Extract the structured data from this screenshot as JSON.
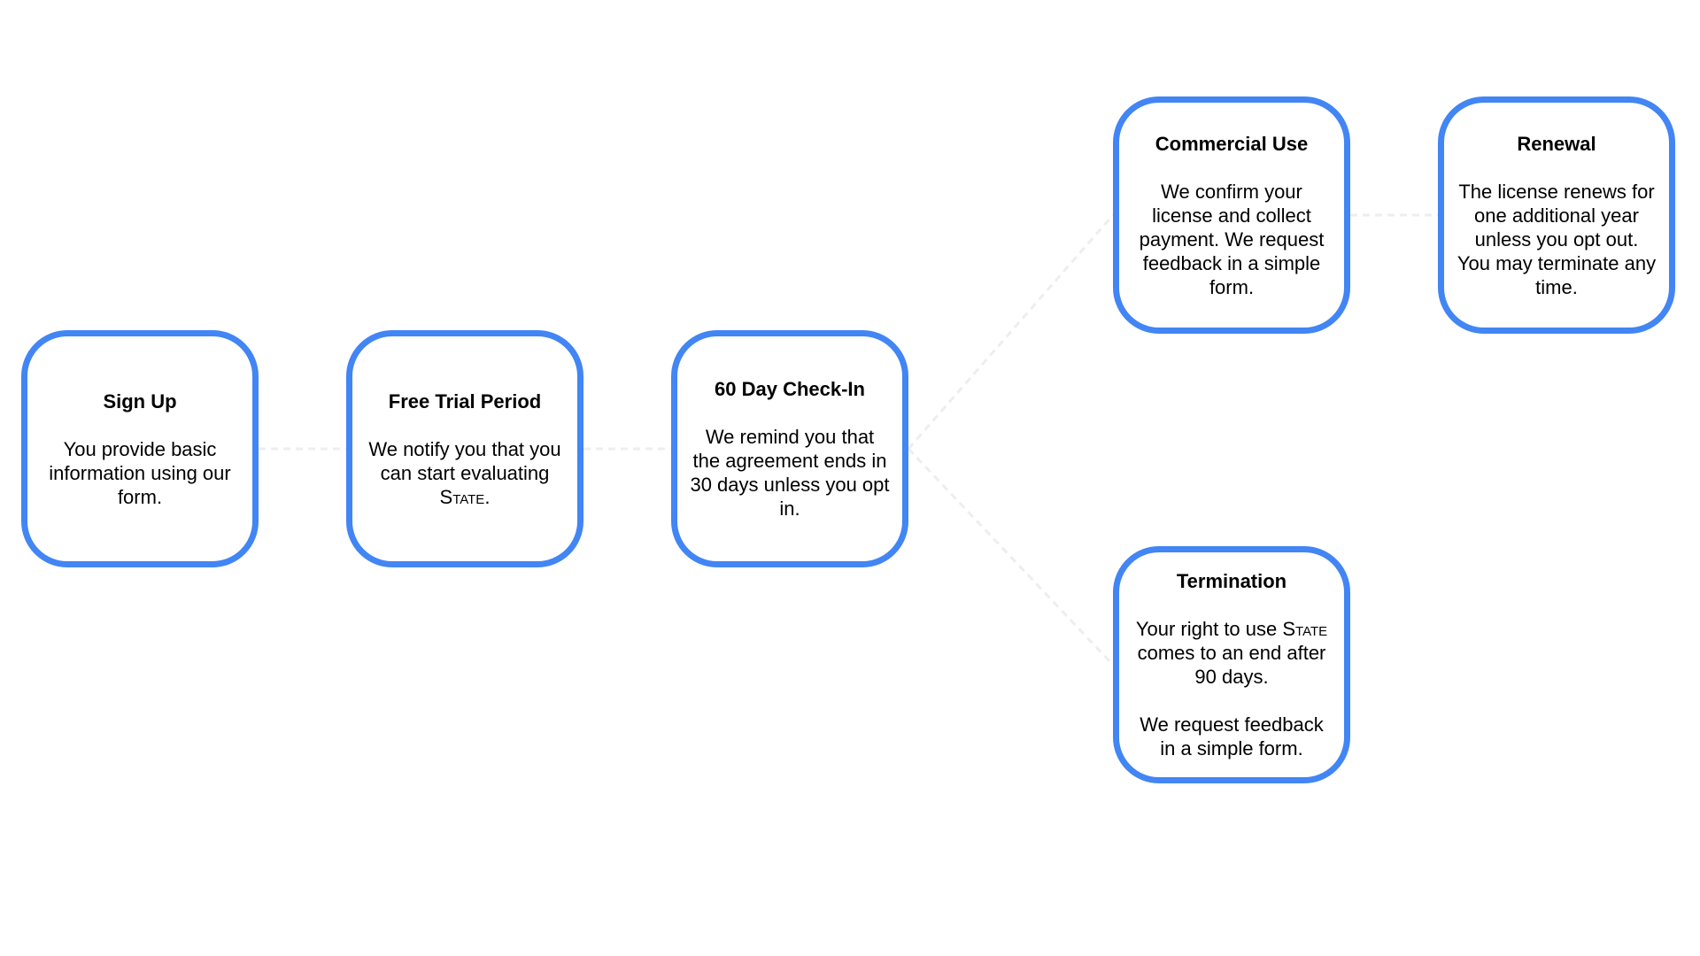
{
  "theme": {
    "node_border_color": "#4285f4",
    "connector_color": "#eeeeee",
    "background": "#ffffff"
  },
  "nodes": {
    "sign_up": {
      "title": "Sign Up",
      "body": [
        "You provide basic information using our form."
      ]
    },
    "free_trial": {
      "title": "Free Trial Period",
      "body_before": "We notify you that you can start evaluating ",
      "product": "State",
      "body_after": "."
    },
    "check_in": {
      "title": "60 Day Check-In",
      "body": [
        "We remind you that the agreement ends in 30 days unless you opt in."
      ]
    },
    "commercial_use": {
      "title": "Commercial Use",
      "body": [
        "We confirm your license and collect payment. We request feedback in a simple form."
      ]
    },
    "renewal": {
      "title": "Renewal",
      "body": [
        "The license renews for one additional year unless you opt out.  You may terminate any time."
      ]
    },
    "termination": {
      "title": "Termination",
      "body_before": "Your right to use ",
      "product": "State",
      "body_after": " comes to an end after 90 days.",
      "body_2": "We request feedback in a simple form."
    }
  },
  "connectors": [
    {
      "from": "sign_up",
      "to": "free_trial",
      "style": "dashed"
    },
    {
      "from": "free_trial",
      "to": "check_in",
      "style": "dashed"
    },
    {
      "from": "check_in",
      "to": "commercial_use",
      "style": "dashed"
    },
    {
      "from": "check_in",
      "to": "termination",
      "style": "dashed"
    },
    {
      "from": "commercial_use",
      "to": "renewal",
      "style": "dashed"
    }
  ]
}
